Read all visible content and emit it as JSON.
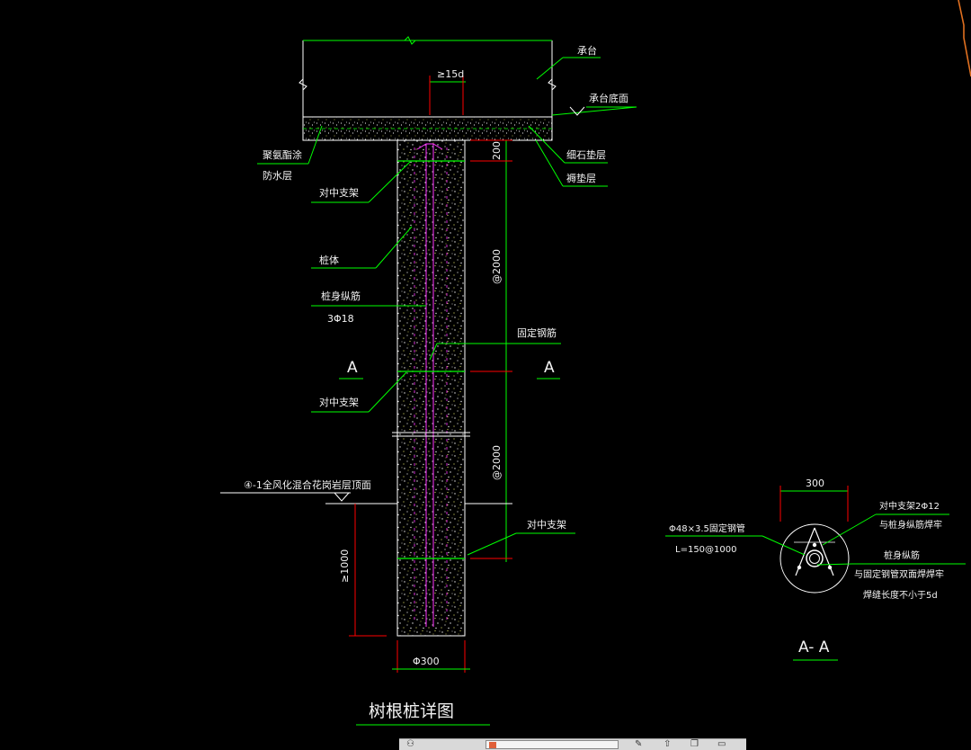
{
  "labels": {
    "cap": "承台",
    "cap_bottom": "承台底面",
    "anchor": "≥15d",
    "waterproof_1": "聚氨酯涂",
    "waterproof_2": "防水层",
    "fine_stone": "细石垫层",
    "cushion": "褥垫层",
    "centering_1": "对中支架",
    "pile_body": "桩体",
    "main_bar_1": "桩身纵筋",
    "main_bar_2": "3Φ18",
    "fix_bar": "固定钢筋",
    "section_left": "A",
    "section_right": "A",
    "centering_2": "对中支架",
    "layer_line": "④-1全风化混合花岗岩层顶面",
    "centering_3": "对中支架",
    "dim_200": "200",
    "dim_2000_a": "@2000",
    "dim_2000_b": "@2000",
    "dim_1000": "≥1000",
    "dim_300": "Φ300"
  },
  "section": {
    "dim_300": "300",
    "note_1": "对中支架2Φ12",
    "note_2": "与桩身纵筋焊牢",
    "pipe_1": "Φ48×3.5固定钢管",
    "pipe_2": "L=150@1000",
    "bar_1": "桩身纵筋",
    "bar_2": "与固定钢管双面焊焊牢",
    "bar_3": "焊缝长度不小于5d",
    "title": "A- A"
  },
  "title": "树根桩详图",
  "taskbar": {
    "icons": [
      "tool-icon",
      "pencil-icon",
      "arrow-up-icon",
      "copy-icon",
      "window-icon"
    ]
  }
}
